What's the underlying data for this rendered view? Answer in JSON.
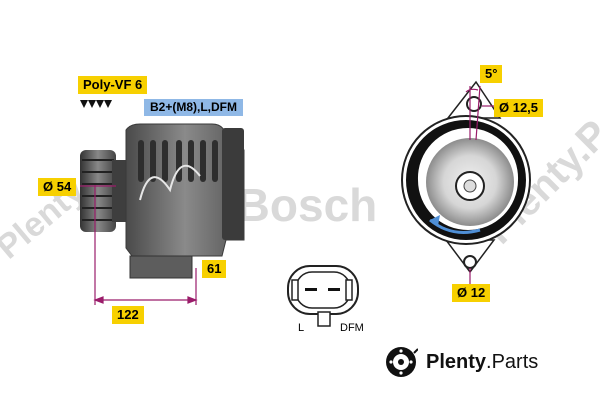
{
  "labels": {
    "belt_type": "Poly-VF 6",
    "terminals": "B2+(M8),L,DFM",
    "pulley_diameter": "Ø 54",
    "height": "61",
    "length": "122",
    "angle": "5°",
    "hole_upper": "Ø 12,5",
    "hole_lower": "Ø 12",
    "plug_left": "L",
    "plug_right": "DFM"
  },
  "watermarks": {
    "bosch": "© Bosch",
    "plenty_side": "Plenty.P",
    "plenty_left": "Plenty"
  },
  "logo": {
    "name": "Plenty",
    "suffix": ".Parts"
  },
  "colors": {
    "tag_yellow": "#f7d000",
    "tag_blue": "#8fb8e6",
    "dimension_line": "#9a1c6a",
    "part_gray": "#6f6f6f"
  }
}
